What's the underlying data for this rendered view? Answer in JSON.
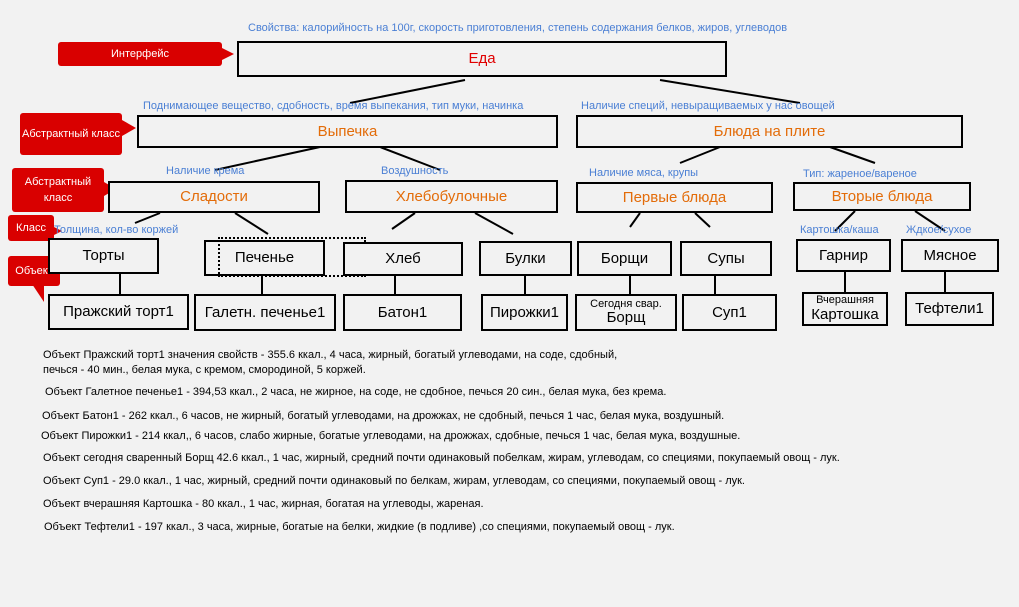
{
  "top_props": "Свойства: калорийность на 100г, скорость приготовления, степень содержания белков, жиров, углеводов",
  "callouts": {
    "interface": "Интерфейс",
    "abstract1": "Абстрактный класс",
    "abstract2": "Абстрактный класс",
    "class": "Класс",
    "object": "Объект"
  },
  "nodes": {
    "food": "Еда",
    "baking": "Выпечка",
    "stove": "Блюда на плите",
    "sweets": "Сладости",
    "bread_products": "Хлебобулочные",
    "first": "Первые блюда",
    "second": "Вторые блюда",
    "cakes": "Торты",
    "cookies": "Печенье",
    "bread": "Хлеб",
    "buns": "Булки",
    "borsch": "Борщи",
    "soups": "Супы",
    "garnish": "Гарнир",
    "meat": "Мясное"
  },
  "props": {
    "baking": "Поднимающее вещество, сдобность, время выпекания, тип муки, начинка",
    "stove": "Наличие специй, невыращиваемых у нас овощей",
    "sweets": "Наличие крема",
    "bread_products": "Воздушность",
    "first": "Наличие мяса, крупы",
    "second": "Тип: жареное/вареное",
    "cakes": "Толщина, кол-во коржей",
    "garnish": "Картошка/каша",
    "meat": "Ждкое/сухое"
  },
  "objects": {
    "cake1": "Пражский торт1",
    "cookie1": "Галетн. печенье1",
    "baton1": "Батон1",
    "pirozhki1": "Пирожки1",
    "borsch_small": "Сегодня свар.",
    "borsch_big": "Борщ",
    "soup1": "Суп1",
    "potato_small": "Вчерашняя",
    "potato_big": "Картошка",
    "meatballs1": "Тефтели1"
  },
  "descriptions": [
    "Объект Пражский торт1 значения свойств - 355.6 ккал., 4 часа, жирный, богатый углеводами, на соде, сдобный,",
    "печься - 40 мин., белая мука, с кремом, смородиной, 5 коржей.",
    "Объект Галетное печенье1 - 394,53 ккал., 2 часа, не жирное, на соде, не сдобное, печься 20 син., белая мука, без крема.",
    "Объект Батон1 - 262 ккал., 6 часов,  не жирный, богатый углеводами, на дрожжах, не сдобный, печься 1 час, белая мука, воздушный.",
    "Объект Пирожки1 - 214 ккал,, 6 часов,  слабо жирные, богатые углеводами, на дрожжах, сдобные, печься 1 час, белая мука, воздушные.",
    "Объект сегодня сваренный Борщ 42.6 ккал., 1 час, жирный, средний почти одинаковый побелкам, жирам, углеводам, со специями,  покупаемый овощ - лук.",
    "Объект Суп1 - 29.0 ккал., 1 час, жирный, средний почти одинаковый по белкам, жирам, углеводам, со специями,  покупаемый овощ - лук.",
    "Объект вчерашняя Картошка -  80 ккал., 1 час, жирная, богатая на углеводы, жареная.",
    "Объект Тефтели1  - 197 ккал., 3 часа, жирные, богатые на белки, жидкие (в подливе) ,со специями,  покупаемый овощ - лук."
  ]
}
